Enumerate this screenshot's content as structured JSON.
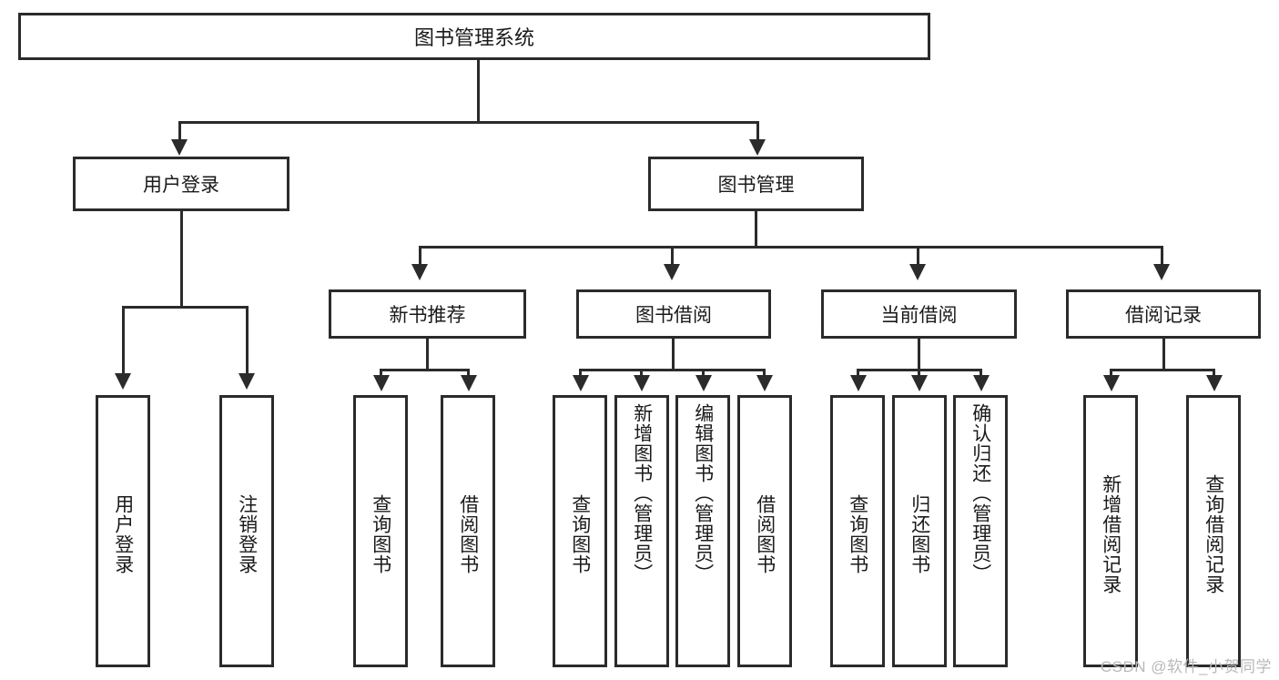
{
  "diagram": {
    "type": "tree",
    "title": "图书管理系统",
    "root": {
      "label": "图书管理系统"
    },
    "level1": [
      {
        "label": "用户登录"
      },
      {
        "label": "图书管理"
      }
    ],
    "level2": [
      {
        "label": "新书推荐"
      },
      {
        "label": "图书借阅"
      },
      {
        "label": "当前借阅"
      },
      {
        "label": "借阅记录"
      }
    ],
    "leaves": [
      {
        "label": "用户登录",
        "parent": "用户登录"
      },
      {
        "label": "注销登录",
        "parent": "用户登录"
      },
      {
        "label": "查询图书",
        "parent": "新书推荐"
      },
      {
        "label": "借阅图书",
        "parent": "新书推荐"
      },
      {
        "label": "查询图书",
        "parent": "图书借阅"
      },
      {
        "label": "新增图书（管理员）",
        "parent": "图书借阅"
      },
      {
        "label": "编辑图书（管理员）",
        "parent": "图书借阅"
      },
      {
        "label": "借阅图书",
        "parent": "图书借阅"
      },
      {
        "label": "查询图书",
        "parent": "当前借阅"
      },
      {
        "label": "归还图书",
        "parent": "当前借阅"
      },
      {
        "label": "确认归还（管理员）",
        "parent": "当前借阅"
      },
      {
        "label": "新增借阅记录",
        "parent": "借阅记录"
      },
      {
        "label": "查询借阅记录",
        "parent": "借阅记录"
      }
    ],
    "colors": {
      "stroke": "#2b2b2b",
      "fill": "#ffffff",
      "text": "#1a1a1a",
      "watermark": "#b9b9b9"
    }
  },
  "watermark": {
    "text": "CSDN @软件_小贺同学"
  }
}
